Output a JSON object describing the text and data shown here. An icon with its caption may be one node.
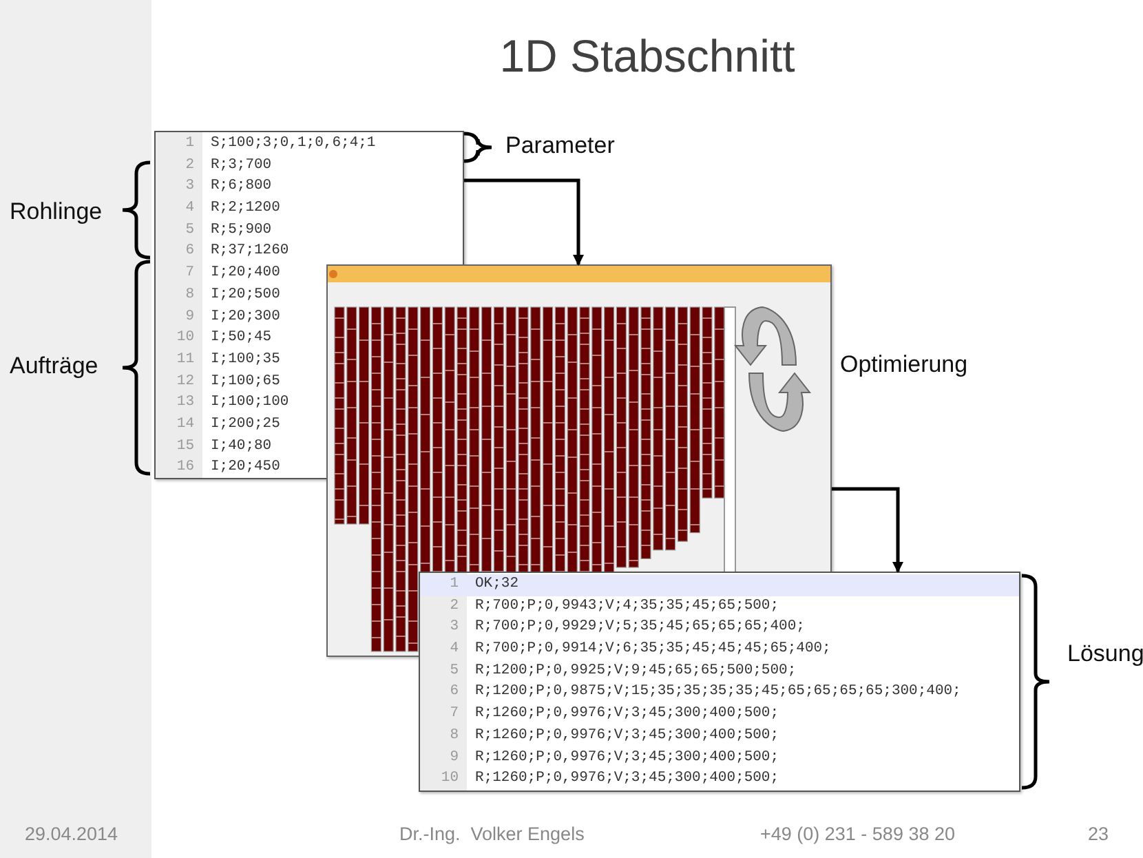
{
  "diagram": {
    "title": "1D Stabschnitt",
    "nodes": [
      {
        "text": [
          "1",
          "S;100;3;0,1;0,6;4;1",
          "2",
          "R;3;700",
          "3",
          "R;6;800",
          "4",
          "R;2;1200",
          "5",
          "R;5;900",
          "6",
          "R;37;1260",
          "7",
          "I;20;400",
          "8",
          "I;20;500",
          "9",
          "I;20;300",
          "10",
          "I;50;45",
          "11",
          "I;100;35",
          "12",
          "I;100;65",
          "13",
          "I;100;100",
          "14",
          "I;200;25",
          "15",
          "I;40;80",
          "16",
          "I;20;450"
        ]
      },
      {
        "text": [],
        "shape": "picture",
        "beside": [
          "Optimierung"
        ]
      },
      {
        "text": [
          "1",
          "OK;32",
          "2",
          "R;700;P;0,9943;V;4;35;35;45;65;500;",
          "3",
          "R;700;P;0,9929;V;5;35;45;65;65;65;400;",
          "4",
          "R;700;P;0,9914;V;6;35;35;45;45;45;65;400;",
          "5",
          "R;1200;P;0,9925;V;9;45;65;65;500;500;",
          "6",
          "R;1200;P;0,9875;V;15;35;35;35;35;45;65;65;65;65;300;400;",
          "7",
          "R;1260;P;0,9976;V;3;45;300;400;500;",
          "8",
          "R;1260;P;0,9976;V;3;45;300;400;500;",
          "9",
          "R;1260;P;0,9976;V;3;45;300;400;500;",
          "10",
          "R;1260;P;0,9976;V;3;45;300;400;500;"
        ]
      }
    ],
    "edges": [
      {
        "from": 0,
        "to": 1,
        "arrow": "to"
      },
      {
        "from": 1,
        "to": 2,
        "arrow": "to"
      }
    ],
    "labels": [
      "Parameter",
      "Rohlinge",
      "Aufträge",
      "Lösung",
      "29.04.2014",
      "Dr.-Ing.  Volker Engels",
      "+49 (0) 231 - 589 38 20",
      "23"
    ]
  }
}
